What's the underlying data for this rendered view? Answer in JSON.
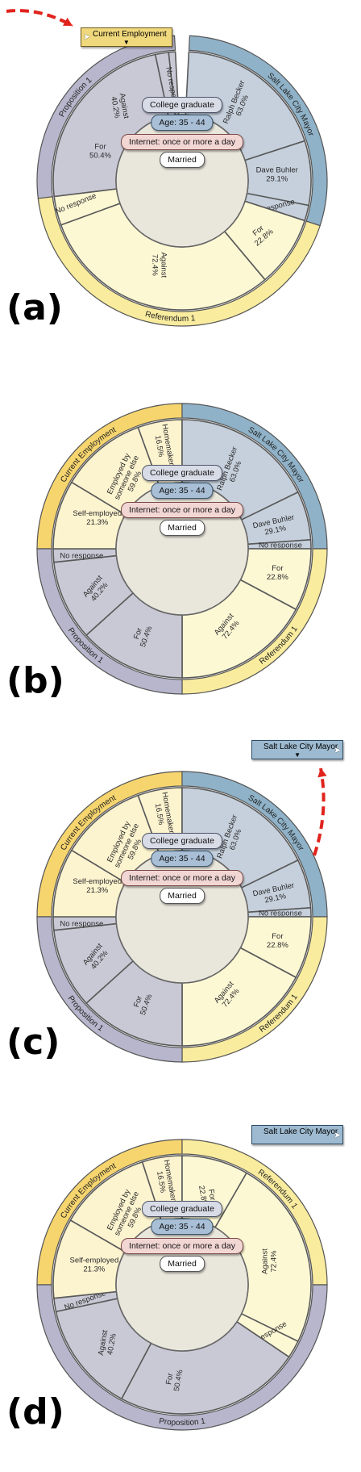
{
  "chips": {
    "education": "College graduate",
    "age": "Age: 35 - 44",
    "internet": "Internet: once or more a day",
    "marital": "Married"
  },
  "colors": {
    "employment": "#f6d56e",
    "mayor": "#8fb2c8",
    "proposition": "#b7b6cc",
    "referendum": "#f9ec9e"
  },
  "panels": [
    {
      "label": "(a)",
      "drag_label": {
        "text": "Current Employment",
        "arrow": "▼"
      },
      "rings": [
        {
          "name": "Proposition 1",
          "color": "proposition"
        },
        {
          "name": "Salt Lake City Mayor",
          "color": "mayor"
        },
        {
          "name": "Referendum 1",
          "color": "referendum"
        }
      ],
      "slices": [
        {
          "text": [
            "Ralph Becker",
            "63.0%"
          ]
        },
        {
          "text": [
            "Dave Buhler",
            "29.1%"
          ]
        },
        {
          "text": [
            "No response"
          ]
        },
        {
          "text": [
            "For",
            "22.8%"
          ]
        },
        {
          "text": [
            "Against",
            "72.4%"
          ]
        },
        {
          "text": [
            "No response"
          ]
        },
        {
          "text": [
            "For",
            "50.4%"
          ]
        },
        {
          "text": [
            "Against",
            "40.2%"
          ]
        },
        {
          "text": [
            "No response"
          ]
        }
      ]
    },
    {
      "label": "(b)",
      "rings": [
        {
          "name": "Current Employment",
          "color": "employment"
        },
        {
          "name": "Salt Lake City Mayor",
          "color": "mayor"
        },
        {
          "name": "Referendum 1",
          "color": "referendum"
        },
        {
          "name": "Proposition 1",
          "color": "proposition"
        }
      ],
      "slices": [
        {
          "text": [
            "Homemaker",
            "16.5%"
          ]
        },
        {
          "text": [
            "Ralph Becker",
            "63.0%"
          ]
        },
        {
          "text": [
            "Dave Buhler",
            "29.1%"
          ]
        },
        {
          "text": [
            "No response"
          ]
        },
        {
          "text": [
            "For",
            "22.8%"
          ]
        },
        {
          "text": [
            "Against",
            "72.4%"
          ]
        },
        {
          "text": [
            "For",
            "50.4%"
          ]
        },
        {
          "text": [
            "Against",
            "40.2%"
          ]
        },
        {
          "text": [
            "No response"
          ]
        },
        {
          "text": [
            "Self-employed",
            "21.3%"
          ]
        },
        {
          "text": [
            "Employed by",
            "someone else",
            "59.8%"
          ]
        }
      ]
    },
    {
      "label": "(c)",
      "drag_label": {
        "text": "Salt Lake City Mayor",
        "arrow": "▼"
      },
      "rings": [
        {
          "name": "Current Employment",
          "color": "employment"
        },
        {
          "name": "Salt Lake City Mayor",
          "color": "mayor"
        },
        {
          "name": "Referendum 1",
          "color": "referendum"
        },
        {
          "name": "Proposition 1",
          "color": "proposition"
        }
      ],
      "slices": [
        {
          "text": [
            "Homemaker",
            "16.5%"
          ]
        },
        {
          "text": [
            "Ralph Becker",
            "63.0%"
          ]
        },
        {
          "text": [
            "Dave Buhler",
            "29.1%"
          ]
        },
        {
          "text": [
            "No response"
          ]
        },
        {
          "text": [
            "For",
            "22.8%"
          ]
        },
        {
          "text": [
            "Against",
            "72.4%"
          ]
        },
        {
          "text": [
            "For",
            "50.4%"
          ]
        },
        {
          "text": [
            "Against",
            "40.2%"
          ]
        },
        {
          "text": [
            "No response"
          ]
        },
        {
          "text": [
            "Self-employed",
            "21.3%"
          ]
        },
        {
          "text": [
            "Employed by",
            "someone else",
            "59.8%"
          ]
        }
      ]
    },
    {
      "label": "(d)",
      "drag_label": {
        "text": "Salt Lake City Mayor",
        "arrow": ""
      },
      "rings": [
        {
          "name": "Current Employment",
          "color": "employment"
        },
        {
          "name": "Referendum 1",
          "color": "referendum"
        },
        {
          "name": "Proposition 1",
          "color": "proposition"
        }
      ],
      "slices": [
        {
          "text": [
            "Homemaker",
            "16.5%"
          ]
        },
        {
          "text": [
            "For",
            "22.8%"
          ]
        },
        {
          "text": [
            "Against",
            "72.4%"
          ]
        },
        {
          "text": [
            "No response"
          ]
        },
        {
          "text": [
            "For",
            "50.4%"
          ]
        },
        {
          "text": [
            "Against",
            "40.2%"
          ]
        },
        {
          "text": [
            "No response"
          ]
        },
        {
          "text": [
            "Self-employed",
            "21.3%"
          ]
        },
        {
          "text": [
            "Employed by",
            "someone else",
            "59.8%"
          ]
        }
      ]
    }
  ]
}
